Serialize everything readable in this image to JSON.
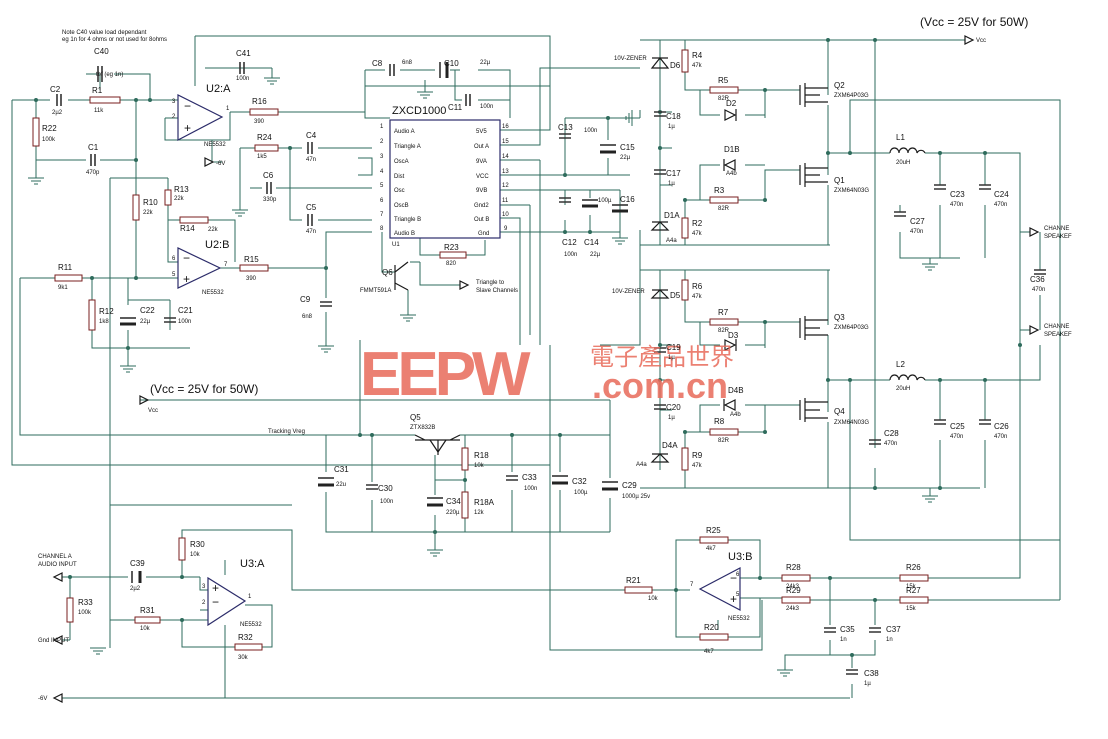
{
  "titles": {
    "vcc_top": "(Vcc = 25V for 50W)",
    "vcc_mid": "(Vcc = 25V for 50W)",
    "note_line1": "Note C40 value load dependant",
    "note_line2": "eg 1n for 4 ohms or not used for 8ohms"
  },
  "ic": {
    "name": "ZXCD1000",
    "ref": "U1",
    "left_pins": [
      {
        "num": "1",
        "name": "Audio A"
      },
      {
        "num": "2",
        "name": "Triangle A"
      },
      {
        "num": "3",
        "name": "OscA"
      },
      {
        "num": "4",
        "name": "Dist"
      },
      {
        "num": "5",
        "name": "Osc"
      },
      {
        "num": "6",
        "name": "OscB"
      },
      {
        "num": "7",
        "name": "Triangle B"
      },
      {
        "num": "8",
        "name": "Audio B"
      }
    ],
    "right_pins": [
      {
        "num": "16",
        "name": "5V5"
      },
      {
        "num": "15",
        "name": "Out A"
      },
      {
        "num": "14",
        "name": "9VA"
      },
      {
        "num": "13",
        "name": "VCC"
      },
      {
        "num": "12",
        "name": "9VB"
      },
      {
        "num": "11",
        "name": "Gnd2"
      },
      {
        "num": "10",
        "name": "Out B"
      },
      {
        "num": "9",
        "name": "Gnd"
      }
    ]
  },
  "opamps": {
    "u2a": {
      "ref": "U2:A",
      "part": "NE5532",
      "pin_in_neg": "2",
      "pin_in_pos": "3",
      "pin_out": "1"
    },
    "u2b": {
      "ref": "U2:B",
      "part": "NE5532",
      "pin_in_neg": "6",
      "pin_in_pos": "5",
      "pin_out": "7"
    },
    "u3a": {
      "ref": "U3:A",
      "part": "NE5532",
      "pin_in_neg": "2",
      "pin_in_pos": "3",
      "pin_out": "1"
    },
    "u3b": {
      "ref": "U3:B",
      "part": "NE5532",
      "pin_in_neg": "6",
      "pin_in_pos": "5",
      "pin_out": "7"
    }
  },
  "resistors": {
    "r1": {
      "ref": "R1",
      "val": "11k"
    },
    "r22": {
      "ref": "R22",
      "val": "100k"
    },
    "r16": {
      "ref": "R16",
      "val": "390"
    },
    "r24": {
      "ref": "R24",
      "val": "1k5"
    },
    "r10": {
      "ref": "R10",
      "val": "22k"
    },
    "r13": {
      "ref": "R13",
      "val": "22k"
    },
    "r14": {
      "ref": "R14",
      "val": "22k"
    },
    "r11": {
      "ref": "R11",
      "val": "9k1"
    },
    "r12": {
      "ref": "R12",
      "val": "1k8"
    },
    "r15": {
      "ref": "R15",
      "val": "390"
    },
    "r23": {
      "ref": "R23",
      "val": "820"
    },
    "r4": {
      "ref": "R4",
      "val": "47k"
    },
    "r5": {
      "ref": "R5",
      "val": "82R"
    },
    "r3": {
      "ref": "R3",
      "val": "82R"
    },
    "r2": {
      "ref": "R2",
      "val": "47k"
    },
    "r6": {
      "ref": "R6",
      "val": "47k"
    },
    "r7": {
      "ref": "R7",
      "val": "82R"
    },
    "r8": {
      "ref": "R8",
      "val": "82R"
    },
    "r9": {
      "ref": "R9",
      "val": "47k"
    },
    "r18": {
      "ref": "R18",
      "val": "10k"
    },
    "r18a": {
      "ref": "R18A",
      "val": "12k"
    },
    "r30": {
      "ref": "R30",
      "val": "10k"
    },
    "r33": {
      "ref": "R33",
      "val": "100k"
    },
    "r31": {
      "ref": "R31",
      "val": "10k"
    },
    "r32": {
      "ref": "R32",
      "val": "30k"
    },
    "r21": {
      "ref": "R21",
      "val": "10k"
    },
    "r25": {
      "ref": "R25",
      "val": "4k7"
    },
    "r20": {
      "ref": "R20",
      "val": "4k7"
    },
    "r28": {
      "ref": "R28",
      "val": "24k3"
    },
    "r29": {
      "ref": "R29",
      "val": "24k3"
    },
    "r26": {
      "ref": "R26",
      "val": "15k"
    },
    "r27": {
      "ref": "R27",
      "val": "15k"
    }
  },
  "capacitors": {
    "c40": {
      "ref": "C40",
      "val": "tbf (eg 1n)"
    },
    "c41": {
      "ref": "C41",
      "val": "100n"
    },
    "c2": {
      "ref": "C2",
      "val": "2µ2"
    },
    "c1": {
      "ref": "C1",
      "val": "470p"
    },
    "c4": {
      "ref": "C4",
      "val": "47n"
    },
    "c6": {
      "ref": "C6",
      "val": "330p"
    },
    "c5": {
      "ref": "C5",
      "val": "47n"
    },
    "c8": {
      "ref": "C8",
      "val": "6n8"
    },
    "c10": {
      "ref": "C10",
      "val": "22µ"
    },
    "c11": {
      "ref": "C11",
      "val": "100n"
    },
    "c22": {
      "ref": "C22",
      "val": "22µ"
    },
    "c21": {
      "ref": "C21",
      "val": "100n"
    },
    "c9": {
      "ref": "C9",
      "val": "6n8"
    },
    "c13": {
      "ref": "C13",
      "val": "100n"
    },
    "c15": {
      "ref": "C15",
      "val": "22µ"
    },
    "c12": {
      "ref": "C12",
      "val": "100n"
    },
    "c14": {
      "ref": "C14",
      "val": "22µ"
    },
    "c16": {
      "ref": "C16",
      "val": "100µ"
    },
    "c18": {
      "ref": "C18",
      "val": "1µ"
    },
    "c17": {
      "ref": "C17",
      "val": "1µ"
    },
    "c19": {
      "ref": "C19",
      "val": "1µ"
    },
    "c20": {
      "ref": "C20",
      "val": "1µ"
    },
    "c23": {
      "ref": "C23",
      "val": "470n"
    },
    "c24": {
      "ref": "C24",
      "val": "470n"
    },
    "c27": {
      "ref": "C27",
      "val": "470n"
    },
    "c36": {
      "ref": "C36",
      "val": "470n"
    },
    "c25": {
      "ref": "C25",
      "val": "470n"
    },
    "c26": {
      "ref": "C26",
      "val": "470n"
    },
    "c28": {
      "ref": "C28",
      "val": "470n"
    },
    "c31": {
      "ref": "C31",
      "val": "22u"
    },
    "c30": {
      "ref": "C30",
      "val": "100n"
    },
    "c34": {
      "ref": "C34",
      "val": "220µ"
    },
    "c33": {
      "ref": "C33",
      "val": "100n"
    },
    "c32": {
      "ref": "C32",
      "val": "100µ"
    },
    "c29": {
      "ref": "C29",
      "val": "1000µ 25v"
    },
    "c39": {
      "ref": "C39",
      "val": "2µ2"
    },
    "c35": {
      "ref": "C35",
      "val": "1n"
    },
    "c37": {
      "ref": "C37",
      "val": "1n"
    },
    "c38": {
      "ref": "C38",
      "val": "1µ"
    }
  },
  "inductors": {
    "l1": {
      "ref": "L1",
      "val": "20uH"
    },
    "l2": {
      "ref": "L2",
      "val": "20uH"
    }
  },
  "semis": {
    "d6": {
      "ref": "D6",
      "note": "10V-ZENER"
    },
    "d5": {
      "ref": "D5",
      "note": "10V-ZENER"
    },
    "d2": {
      "ref": "D2"
    },
    "d1b": {
      "ref": "D1B",
      "val": "A4b"
    },
    "d1a": {
      "ref": "D1A",
      "val": "A4a"
    },
    "d3": {
      "ref": "D3"
    },
    "d4b": {
      "ref": "D4B",
      "val": "A4b"
    },
    "d4a": {
      "ref": "D4A",
      "val": "A4a"
    },
    "q2": {
      "ref": "Q2",
      "val": "ZXM64P03G"
    },
    "q1": {
      "ref": "Q1",
      "val": "ZXM64N03G"
    },
    "q3": {
      "ref": "Q3",
      "val": "ZXM64P03G"
    },
    "q4": {
      "ref": "Q4",
      "val": "ZXM64N03G"
    },
    "q6": {
      "ref": "Q6",
      "val": "FMMT591A"
    },
    "q5": {
      "ref": "Q5",
      "val": "ZTX832B"
    }
  },
  "nets": {
    "vcc": "Vcc",
    "neg6v_a": "-6V",
    "neg6v_b": "-6V",
    "tracking": "Tracking Vreg",
    "triangle_l1": "Triangle to",
    "triangle_l2": "Slave Channels",
    "chan_a_l1": "CHANNEL A",
    "chan_a_l2": "AUDIO INPUT",
    "gnd_input": "Gnd INPUT",
    "spk1_l1": "CHANNE",
    "spk1_l2": "SPEAKEF",
    "spk2_l1": "CHANNE",
    "spk2_l2": "SPEAKEF"
  },
  "watermark": {
    "brand": "EEPW",
    "domain": ".com.cn",
    "cn": "電子產品世界"
  }
}
